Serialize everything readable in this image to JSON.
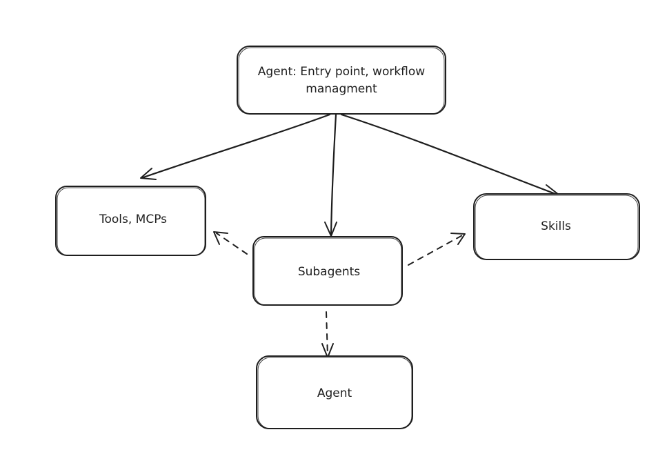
{
  "diagram": {
    "nodes": {
      "agent_entry": {
        "line1": "Agent: Entry point, workflow",
        "line2": "managment"
      },
      "tools": {
        "label": "Tools, MCPs"
      },
      "subagents": {
        "label": "Subagents"
      },
      "skills": {
        "label": "Skills"
      },
      "agent": {
        "label": "Agent"
      }
    },
    "edges": [
      {
        "from": "agent_entry",
        "to": "tools",
        "style": "solid"
      },
      {
        "from": "agent_entry",
        "to": "subagents",
        "style": "solid"
      },
      {
        "from": "agent_entry",
        "to": "skills",
        "style": "solid"
      },
      {
        "from": "subagents",
        "to": "tools",
        "style": "dashed"
      },
      {
        "from": "subagents",
        "to": "skills",
        "style": "dashed"
      },
      {
        "from": "subagents",
        "to": "agent",
        "style": "dashed"
      }
    ],
    "colors": {
      "stroke": "#1e1e1e",
      "background": "#ffffff"
    }
  }
}
